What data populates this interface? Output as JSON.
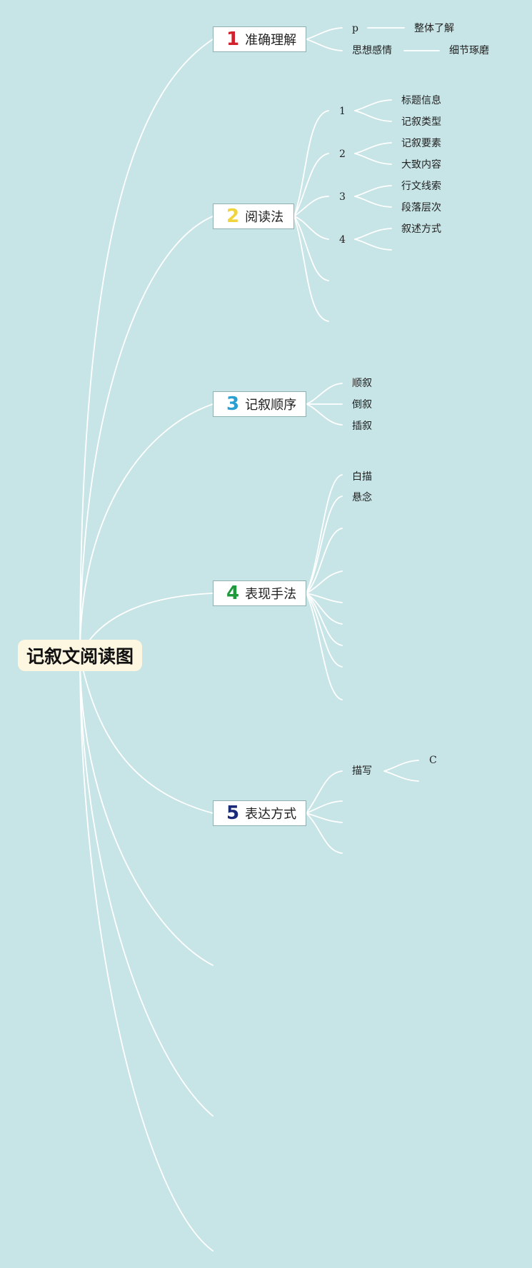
{
  "root": {
    "label": "记叙文阅读图"
  },
  "branches": [
    {
      "number": "1",
      "label": "准确理解",
      "color": "#d2222d",
      "children": [
        {
          "label": "p",
          "children": [
            {
              "label": "整体了解"
            }
          ]
        },
        {
          "label": "思想感情",
          "children": [
            {
              "label": "细节琢磨"
            }
          ]
        }
      ]
    },
    {
      "number": "2",
      "label": "阅读法",
      "color": "#f0d43c",
      "children": [
        {
          "label": "1",
          "children": [
            {
              "label": "标题信息"
            },
            {
              "label": "记叙类型"
            }
          ]
        },
        {
          "label": "2",
          "children": [
            {
              "label": "记叙要素"
            },
            {
              "label": "大致内容"
            }
          ]
        },
        {
          "label": "3",
          "children": [
            {
              "label": "行文线索"
            },
            {
              "label": "段落层次"
            }
          ]
        },
        {
          "label": "4",
          "children": [
            {
              "label": "叙述方式"
            }
          ]
        }
      ]
    },
    {
      "number": "3",
      "label": "记叙顺序",
      "color": "#2aa0d2",
      "children": [
        {
          "label": "顺叙"
        },
        {
          "label": "倒叙"
        },
        {
          "label": "插叙"
        }
      ]
    },
    {
      "number": "4",
      "label": "表现手法",
      "color": "#1e9a3c",
      "children": [
        {
          "label": "白描"
        },
        {
          "label": "悬念"
        }
      ]
    },
    {
      "number": "5",
      "label": "表达方式",
      "color": "#1a2a78",
      "children": [
        {
          "label": "描写",
          "children": [
            {
              "label": "C"
            }
          ]
        }
      ]
    }
  ]
}
